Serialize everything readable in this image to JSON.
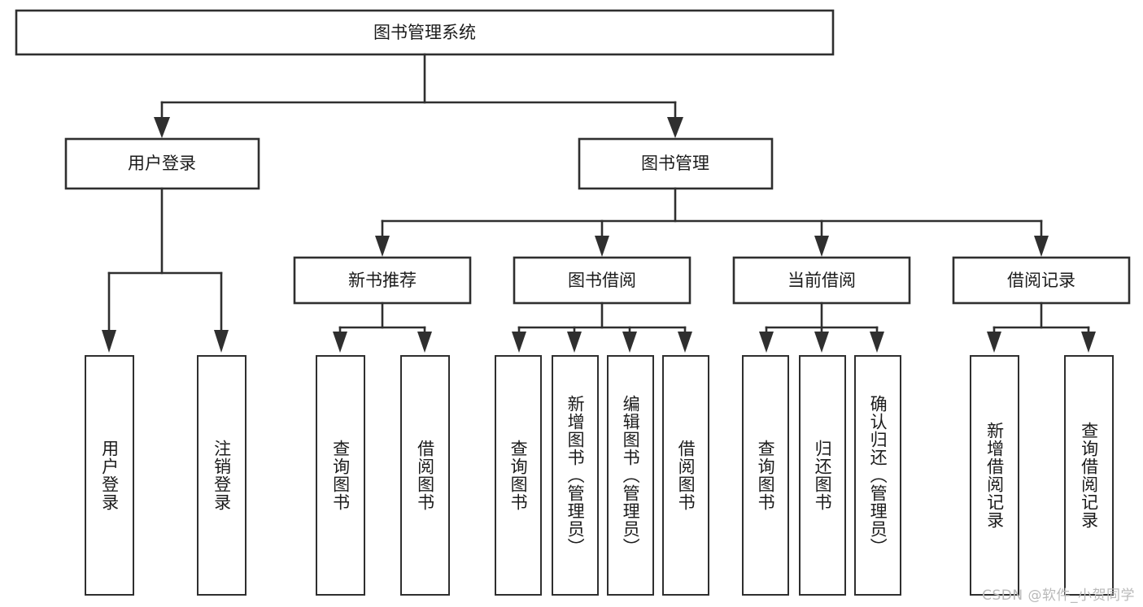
{
  "diagram": {
    "type": "hierarchy-tree",
    "title": "图书管理系统",
    "watermark": "CSDN @软件_小贺同学",
    "colors": {
      "node_fill": "#ffffff",
      "node_stroke": "#2f2f2f",
      "connector": "#2f2f2f",
      "text": "#1b1b1b",
      "watermark": "#b9b9b9"
    },
    "root": {
      "label": "图书管理系统"
    },
    "level2": [
      {
        "label": "用户登录"
      },
      {
        "label": "图书管理"
      }
    ],
    "level3": [
      {
        "label": "新书推荐"
      },
      {
        "label": "图书借阅"
      },
      {
        "label": "当前借阅"
      },
      {
        "label": "借阅记录"
      }
    ],
    "leaves": {
      "user_login": [
        {
          "label": "用户登录"
        },
        {
          "label": "注销登录"
        }
      ],
      "new_book_recommend": [
        {
          "label": "查询图书"
        },
        {
          "label": "借阅图书"
        }
      ],
      "book_borrow": [
        {
          "label": "查询图书"
        },
        {
          "label": "新增图书（管理员）"
        },
        {
          "label": "编辑图书（管理员）"
        },
        {
          "label": "借阅图书"
        }
      ],
      "current_borrow": [
        {
          "label": "查询图书"
        },
        {
          "label": "归还图书"
        },
        {
          "label": "确认归还（管理员）"
        }
      ],
      "borrow_record": [
        {
          "label": "新增借阅记录"
        },
        {
          "label": "查询借阅记录"
        }
      ]
    }
  }
}
